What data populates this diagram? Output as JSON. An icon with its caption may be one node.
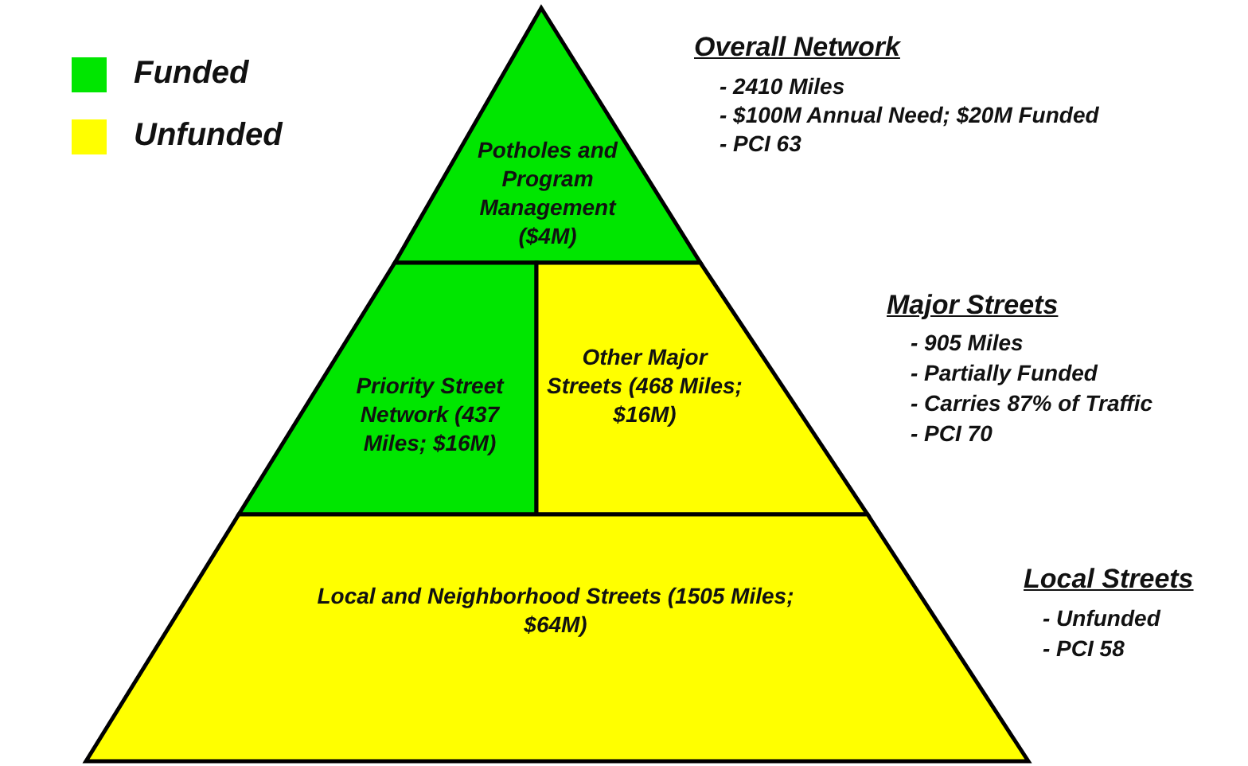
{
  "diagram": {
    "nodes": [
      {
        "text": [
          "Potholes and Program Management ($4M)"
        ]
      },
      {
        "text": [
          "Priority Street Network (437 Miles; $16M)"
        ]
      },
      {
        "text": [
          "Other Major Streets (468 Miles; $16M)"
        ]
      },
      {
        "text": [
          "Local and Neighborhood Streets (1505 Miles; $64M)"
        ]
      }
    ],
    "labels": [
      "Overall Network",
      "- 2410 Miles",
      "- $100M Annual Need; $20M Funded",
      "- PCI 63",
      "Major Streets",
      "- 905 Miles",
      "- Partially Funded",
      "- Carries 87% of Traffic",
      "- PCI 70",
      "Local Streets",
      "- Unfunded",
      "- PCI 58"
    ],
    "legend": [
      {
        "text": "Funded",
        "color": "#00e600"
      },
      {
        "text": "Unfunded",
        "color": "#ffff00"
      }
    ]
  }
}
